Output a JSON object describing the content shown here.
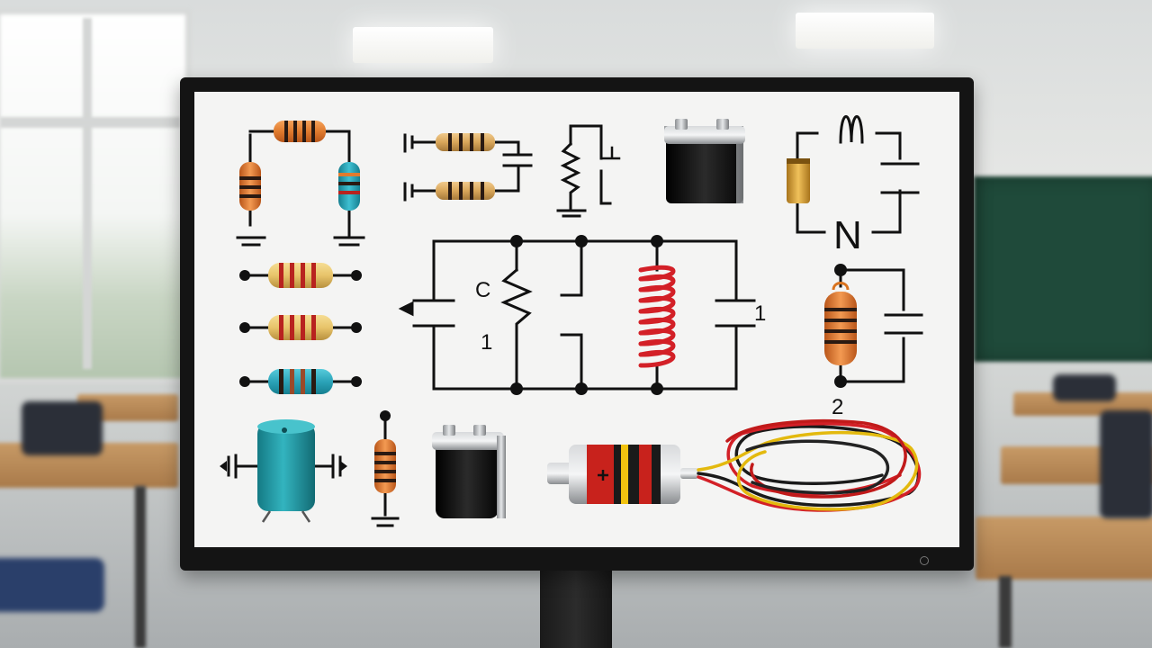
{
  "scene": {
    "description_free": true
  },
  "colors": {
    "wire": "#111111",
    "resistor_orange": "#e07b2e",
    "resistor_tan": "#d9a65a",
    "resistor_cream": "#e8c46a",
    "resistor_teal": "#2ba3b8",
    "band_red": "#b8231f",
    "band_dark": "#2a1a12",
    "coil_red": "#d32027",
    "capacitor_teal": "#1f9aa5",
    "screen_bg": "#f4f4f3",
    "bezel": "#141414"
  },
  "labels": {
    "c_label": "C",
    "one_left": "1",
    "one_right": "1",
    "two_label": "2",
    "n_label": "N"
  }
}
